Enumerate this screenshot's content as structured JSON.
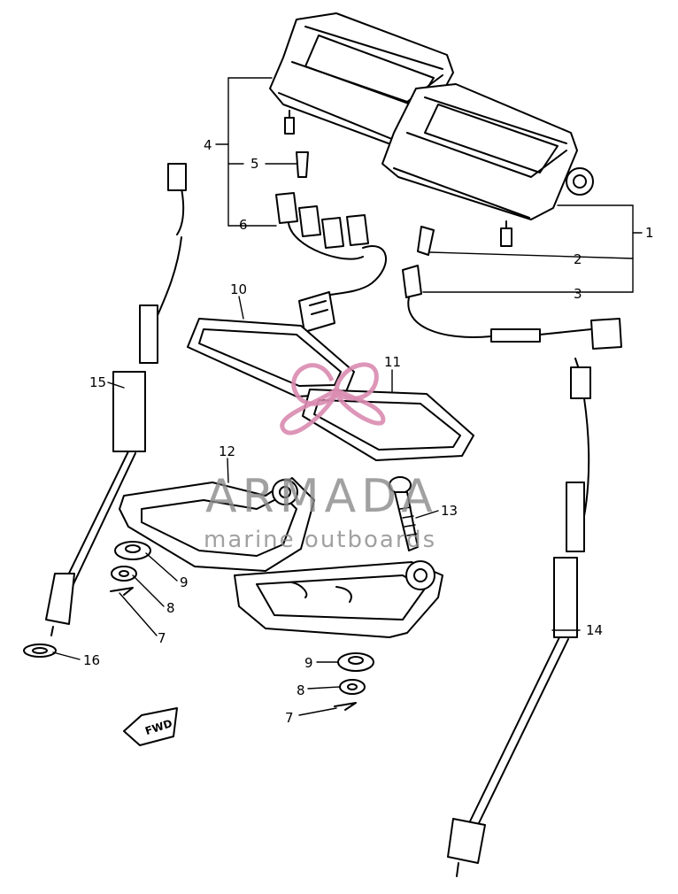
{
  "callouts": {
    "c1": "1",
    "c2": "2",
    "c3": "3",
    "c4": "4",
    "c5": "5",
    "c6": "6",
    "c7a": "7",
    "c7b": "7",
    "c8a": "8",
    "c8b": "8",
    "c9a": "9",
    "c9b": "9",
    "c10": "10",
    "c11": "11",
    "c12": "12",
    "c13": "13",
    "c14": "14",
    "c15": "15",
    "c16": "16"
  },
  "watermark": {
    "brand": "ARMADA",
    "tagline": "marine outboards"
  },
  "direction_marker": "FWD",
  "colors": {
    "line": "#000000",
    "watermark_text": "#8a8a8a",
    "watermark_logo": "#d98bb0"
  }
}
